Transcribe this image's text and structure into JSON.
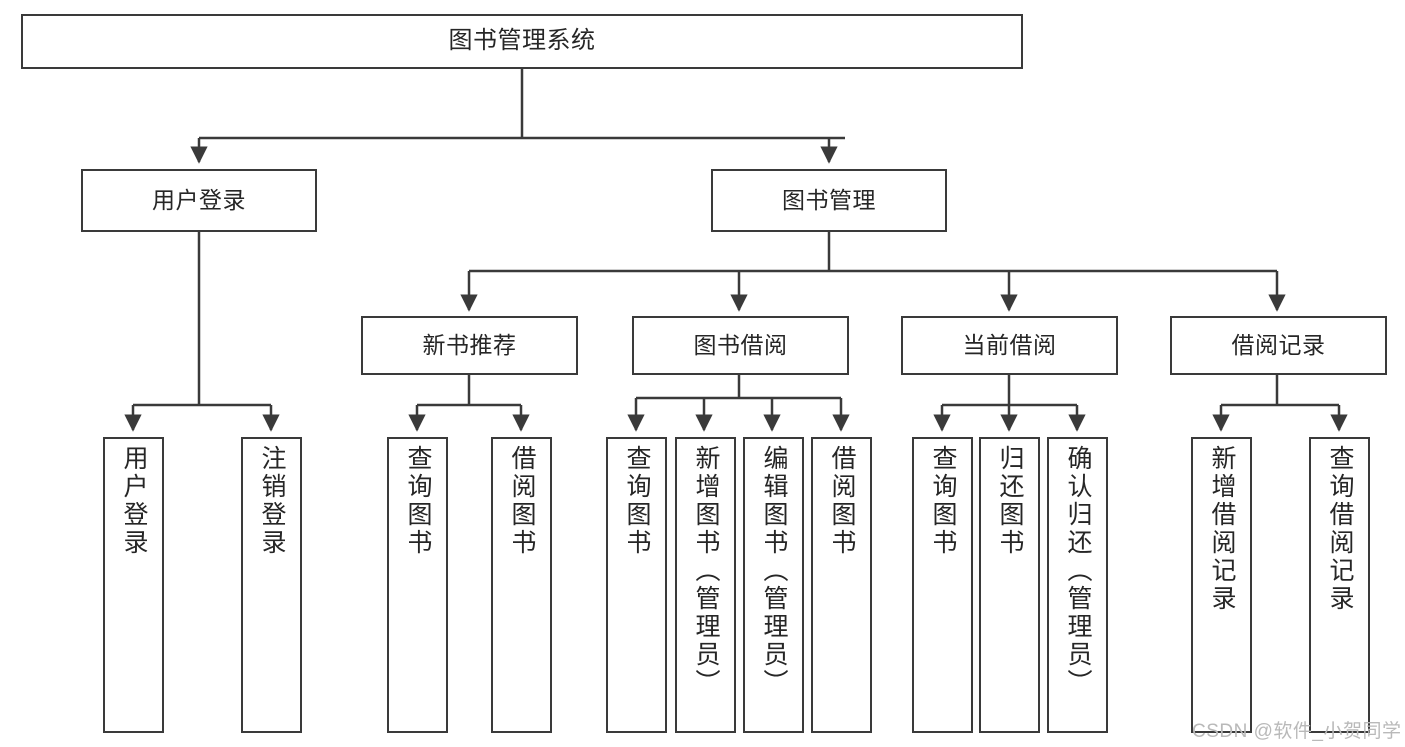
{
  "diagram": {
    "title": "图书管理系统",
    "type": "tree",
    "stroke_color": "#3a3a3a",
    "text_color": "#262626",
    "background": "#ffffff"
  },
  "nodes": {
    "root": {
      "label": "图书管理系统"
    },
    "level2": [
      {
        "id": "user-login",
        "label": "用户登录"
      },
      {
        "id": "book-management",
        "label": "图书管理"
      }
    ],
    "level3": [
      {
        "id": "new-book-recommend",
        "label": "新书推荐"
      },
      {
        "id": "book-borrow",
        "label": "图书借阅"
      },
      {
        "id": "current-borrow",
        "label": "当前借阅"
      },
      {
        "id": "borrow-record",
        "label": "借阅记录"
      }
    ],
    "leaves": {
      "user_login": [
        {
          "id": "leaf-user-login",
          "label": "用户登录"
        },
        {
          "id": "leaf-logout",
          "label": "注销登录"
        }
      ],
      "new_book_recommend": [
        {
          "id": "leaf-query-book-1",
          "label": "查询图书"
        },
        {
          "id": "leaf-borrow-book-1",
          "label": "借阅图书"
        }
      ],
      "book_borrow": [
        {
          "id": "leaf-query-book-2",
          "label": "查询图书"
        },
        {
          "id": "leaf-add-book",
          "label": "新增图书（管理员）"
        },
        {
          "id": "leaf-edit-book",
          "label": "编辑图书（管理员）"
        },
        {
          "id": "leaf-borrow-book-2",
          "label": "借阅图书"
        }
      ],
      "current_borrow": [
        {
          "id": "leaf-query-book-3",
          "label": "查询图书"
        },
        {
          "id": "leaf-return-book",
          "label": "归还图书"
        },
        {
          "id": "leaf-confirm-return",
          "label": "确认归还（管理员）"
        }
      ],
      "borrow_record": [
        {
          "id": "leaf-add-record",
          "label": "新增借阅记录"
        },
        {
          "id": "leaf-query-record",
          "label": "查询借阅记录"
        }
      ]
    }
  },
  "watermark": {
    "text": "CSDN @软件_小贺同学"
  }
}
